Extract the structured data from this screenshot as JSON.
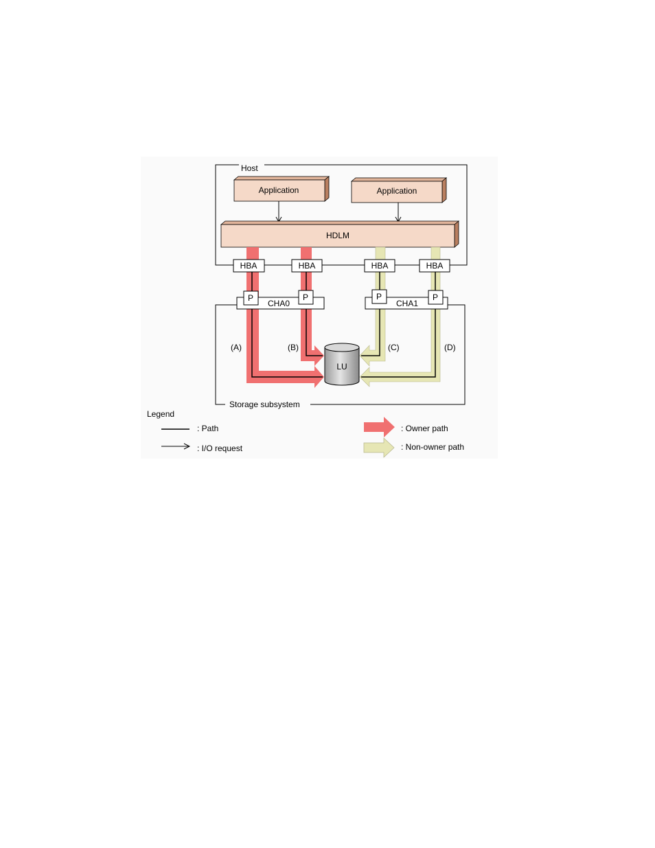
{
  "host_label": "Host",
  "applications": [
    "Application",
    "Application"
  ],
  "hdlm_label": "HDLM",
  "hbas": [
    "HBA",
    "HBA",
    "HBA",
    "HBA"
  ],
  "ports": [
    "P",
    "P",
    "P",
    "P"
  ],
  "chas": [
    "CHA0",
    "CHA1"
  ],
  "lu_label": "LU",
  "path_labels": [
    "(A)",
    "(B)",
    "(C)",
    "(D)"
  ],
  "storage_label": "Storage subsystem",
  "legend": {
    "title": "Legend",
    "path": ": Path",
    "io_request": ": I/O request",
    "owner_path": ": Owner path",
    "non_owner_path": ": Non-owner path"
  },
  "colors": {
    "owner": "#f07070",
    "non_owner": "#e6e6b4",
    "box_fill": "#f5d9c8",
    "box_side": "#c88a68",
    "panel_bg": "#fafafa"
  }
}
